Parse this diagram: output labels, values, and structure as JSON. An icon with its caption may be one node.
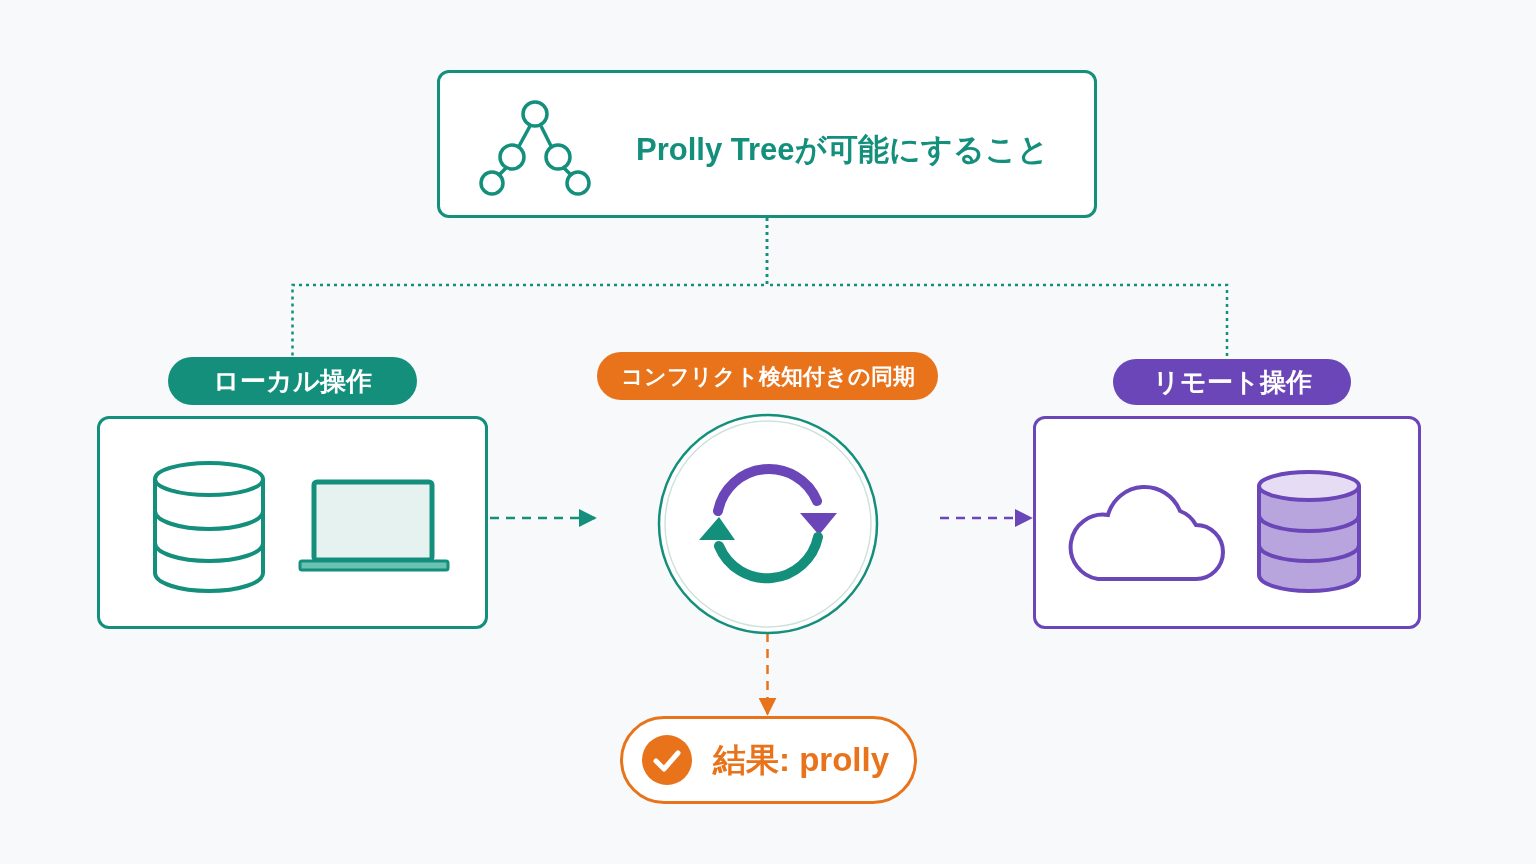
{
  "diagram": {
    "nodes": [
      {
        "text": [
          "Prolly Treeが可能にすること"
        ]
      },
      {
        "text": [
          "ローカル操作"
        ]
      },
      {
        "text": [
          "コンフリクト検知付きの同期"
        ]
      },
      {
        "text": [
          "リモート操作"
        ]
      },
      {
        "text": [
          "結果: prolly"
        ]
      }
    ],
    "edges": [
      {
        "from": 0,
        "to": 1,
        "arrow": "none",
        "style": "dashed"
      },
      {
        "from": 0,
        "to": 3,
        "arrow": "none",
        "style": "dashed"
      },
      {
        "from": 1,
        "to": 2,
        "arrow": "to",
        "style": "dashed"
      },
      {
        "from": 2,
        "to": 3,
        "arrow": "to",
        "style": "dashed",
        "color": "#6b46b8"
      },
      {
        "from": 2,
        "to": 4,
        "arrow": "to",
        "style": "dashed",
        "color": "#e8731a"
      }
    ]
  }
}
